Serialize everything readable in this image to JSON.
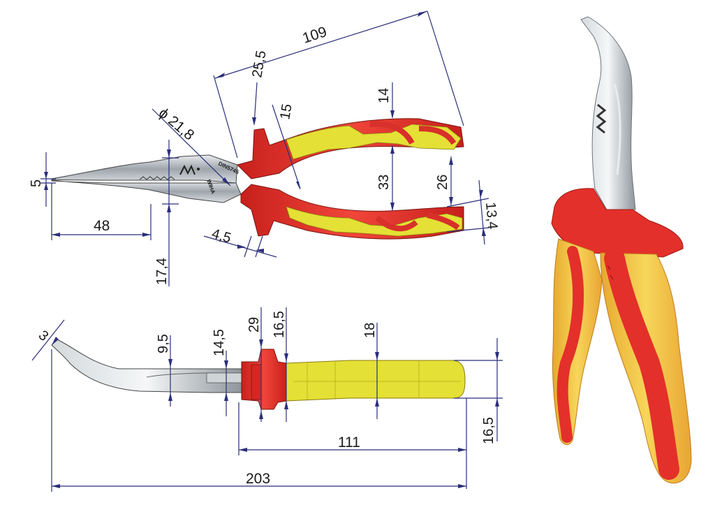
{
  "top_view": {
    "dims": {
      "overall_handle": "109",
      "diameter": "ϕ 21,8",
      "guard_width": "25,5",
      "guard_gap": "15",
      "handle_top": "14",
      "handle_height": "33",
      "handle_end": "26",
      "handle_end_thick": "13,4",
      "jaw_tip": "5",
      "jaw_length": "48",
      "guard_thick": "4,5",
      "joint_height": "17,4"
    },
    "markings": {
      "din": "DIN5745",
      "brand": "WIHA"
    }
  },
  "side_view": {
    "dims": {
      "tip": "3",
      "jaw_thick": "9,5",
      "neck": "14,5",
      "guard_dia": "29",
      "guard_len": "16,5",
      "handle_dia": "18",
      "handle_end": "16,5",
      "handle_len": "111",
      "total_len": "203"
    }
  },
  "colors": {
    "insulation_red": "#e8332a",
    "insulation_yellow": "#e6e63a",
    "metal": "#b9bfc4",
    "dim_line": "#2b2f7a"
  }
}
